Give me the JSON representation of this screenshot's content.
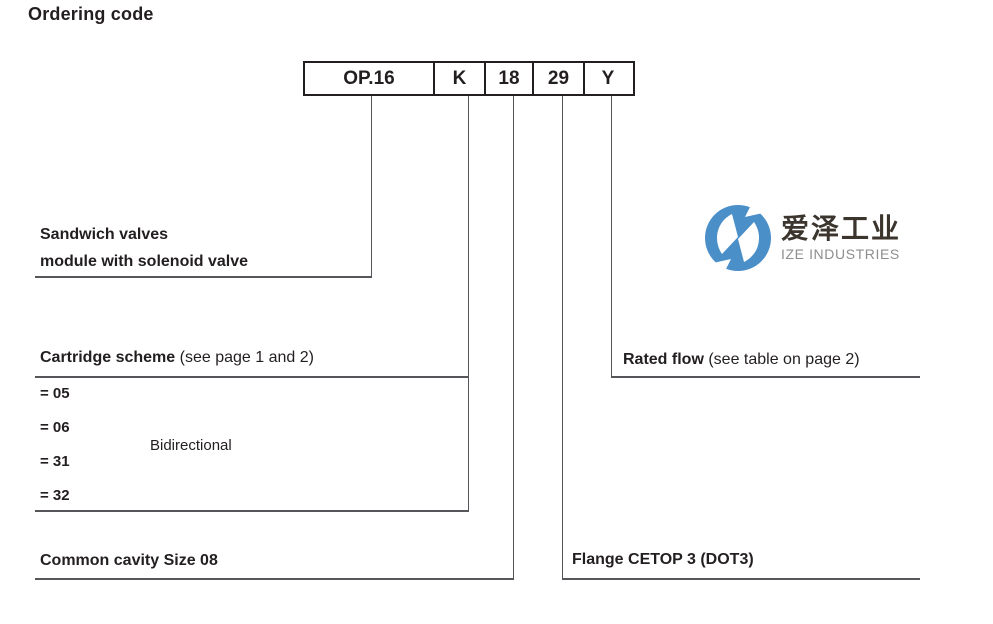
{
  "page_title": "Ordering code",
  "code_box": {
    "cells": [
      "OP.16",
      "K",
      "18",
      "29",
      "Y"
    ]
  },
  "labels": {
    "sandwich": {
      "line1": "Sandwich valves",
      "line2": "module with solenoid valve"
    },
    "cartridge": {
      "title": "Cartridge scheme",
      "note": " (see page 1 and 2)",
      "options": [
        "= 05",
        "= 06",
        "= 31",
        "= 32"
      ],
      "option_note": "Bidirectional"
    },
    "common_cavity": {
      "title": "Common cavity Size 08"
    },
    "flange": {
      "title": "Flange CETOP 3 (DOT3)"
    },
    "rated_flow": {
      "title": "Rated flow",
      "note": " (see table on page 2)"
    }
  },
  "logo": {
    "cn_name": "爱泽工业",
    "en_name": "IZE INDUSTRIES",
    "brand_color": "#4B8FC9"
  },
  "colors": {
    "text": "#231f20",
    "line": "#55565a"
  }
}
